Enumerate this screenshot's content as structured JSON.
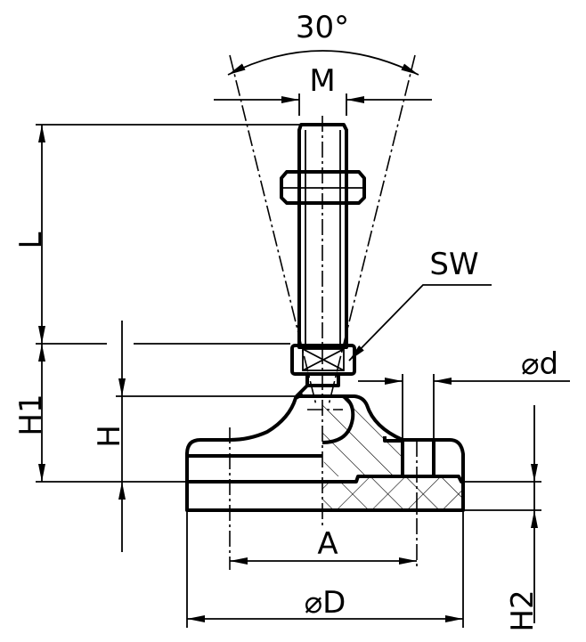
{
  "labels": {
    "angle": "30°",
    "thread": "M",
    "length": "L",
    "wrench_size": "SW",
    "height_h1": "H1",
    "height_h": "H",
    "hole_diameter": "⌀d",
    "hole_spacing": "A",
    "base_diameter": "⌀D",
    "height_h2": "H2"
  },
  "colors": {
    "line": "#000000",
    "background": "#ffffff"
  }
}
